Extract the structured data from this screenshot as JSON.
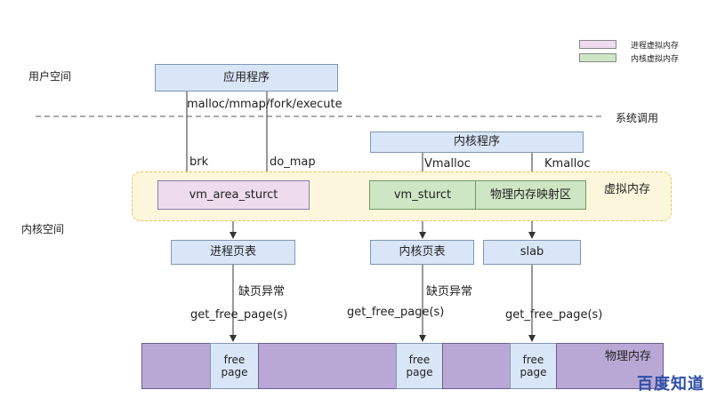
{
  "legend": {
    "items": [
      {
        "label": "进程虚拟内存",
        "color": "#eedcee"
      },
      {
        "label": "内核虚拟内存",
        "color": "#cfe6c4"
      }
    ]
  },
  "zones": {
    "user_space": "用户空间",
    "kernel_space": "内核空间",
    "syscall": "系统调用",
    "virtual_memory": "虚拟内存",
    "physical_memory": "物理内存"
  },
  "nodes": {
    "app": "应用程序",
    "kernel_prog": "内核程序",
    "vm_area": "vm_area_sturct",
    "vm_sturct": "vm_sturct",
    "phys_map": "物理内存映射区",
    "proc_pt": "进程页表",
    "kern_pt": "内核页表",
    "slab": "slab"
  },
  "edges": {
    "syscalls": "malloc/mmap/fork/execute",
    "brk": "brk",
    "do_map": "do_map",
    "vmalloc": "Vmalloc",
    "kmalloc": "Kmalloc",
    "page_fault_1": "缺页异常",
    "page_fault_2": "缺页异常",
    "gfp_1": "get_free_page(s)",
    "gfp_2": "get_free_page(s)",
    "gfp_3": "get_free_page(s)"
  },
  "free_pages": [
    {
      "line1": "free",
      "line2": "page"
    },
    {
      "line1": "free",
      "line2": "page"
    },
    {
      "line1": "free",
      "line2": "page"
    }
  ],
  "watermark": "百度知道",
  "colors": {
    "process_vm": "#eedcee",
    "kernel_vm": "#cfe6c4",
    "node_blue": "#d9e6f7",
    "physical": "#b9a8d6",
    "virtual_zone": "#fcf6dc"
  }
}
